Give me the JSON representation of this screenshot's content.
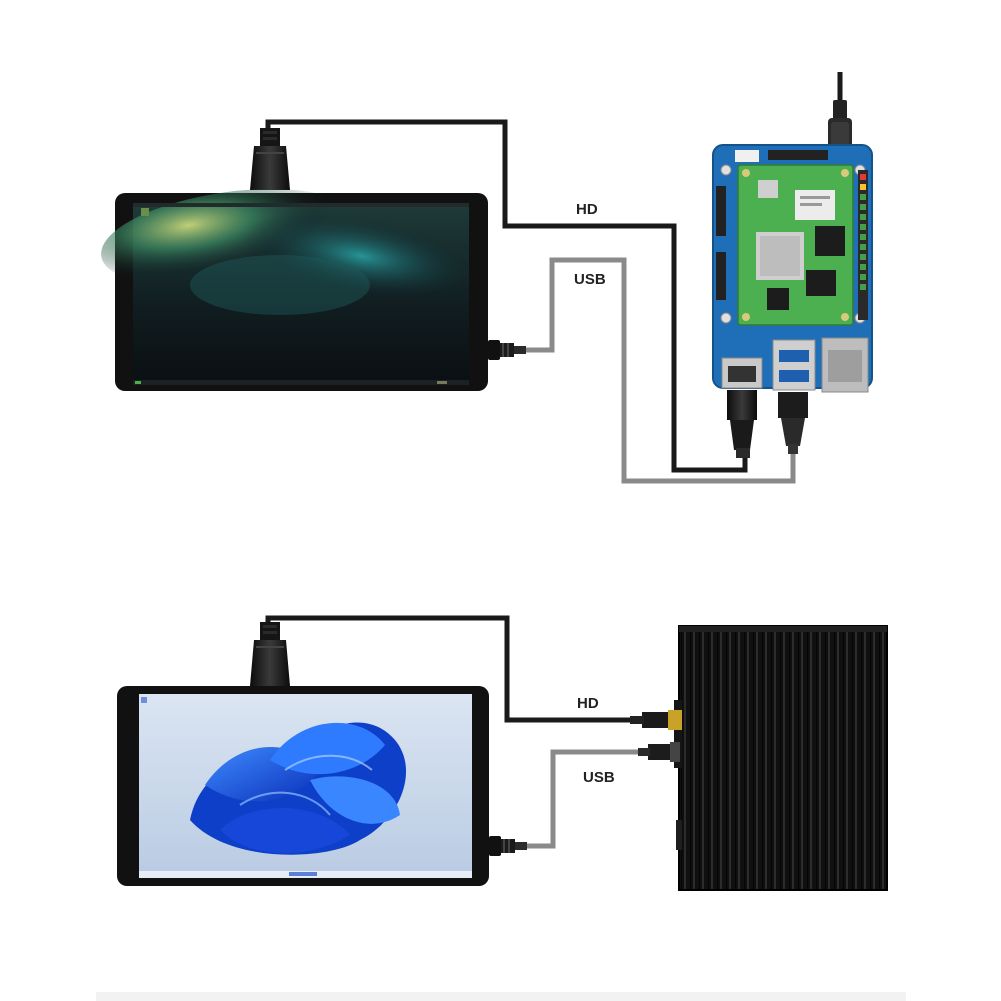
{
  "setups": [
    {
      "id": "raspberry-pi-cm4-setup",
      "screen_wallpaper": "aurora",
      "computer": "cm4-io-board",
      "cable_labels": {
        "hdmi": "HD",
        "usb": "USB"
      }
    },
    {
      "id": "mini-pc-setup",
      "screen_wallpaper": "windows-11-bloom",
      "computer": "black-fanless-mini-pc",
      "cable_labels": {
        "hdmi": "HD",
        "usb": "USB"
      }
    }
  ],
  "colors": {
    "hdmi_cable": "#1a1a1a",
    "usb_cable": "#8a8a8a",
    "monitor_bezel": "#111111",
    "pcb": "#1f6fb8",
    "cm4_module": "#4caf50",
    "mini_pc": "#141414",
    "win_background": "#c9d8ec",
    "win_bloom": "#1f5fe0"
  }
}
